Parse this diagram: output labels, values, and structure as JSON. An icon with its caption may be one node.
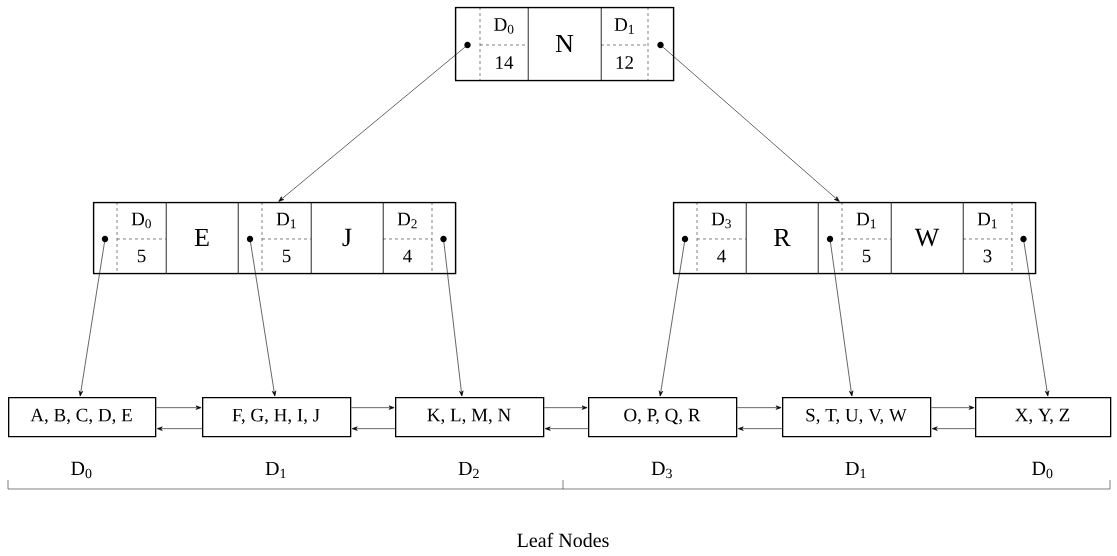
{
  "diagram": {
    "nodes": [
      {
        "text": [],
        "shape": "box"
      },
      {
        "text": [
          "D$_{0}$",
          "14"
        ],
        "in": 0
      },
      {
        "text": [
          "N"
        ],
        "in": 0
      },
      {
        "text": [
          "D$_{1}$",
          "12"
        ],
        "in": 0
      },
      {
        "text": [],
        "shape": "box"
      },
      {
        "text": [
          "D$_{0}$",
          "5"
        ],
        "in": 4
      },
      {
        "text": [
          "E"
        ],
        "in": 4
      },
      {
        "text": [
          "D$_{1}$",
          "5"
        ],
        "in": 4
      },
      {
        "text": [
          "J"
        ],
        "in": 4
      },
      {
        "text": [
          "D$_{2}$",
          "4"
        ],
        "in": 4
      },
      {
        "text": [],
        "shape": "box"
      },
      {
        "text": [
          "D$_{3}$",
          "4"
        ],
        "in": 10
      },
      {
        "text": [
          "R"
        ],
        "in": 10
      },
      {
        "text": [
          "D$_{1}$",
          "5"
        ],
        "in": 10
      },
      {
        "text": [
          "W"
        ],
        "in": 10
      },
      {
        "text": [
          "D$_{1}$",
          "3"
        ],
        "in": 10
      },
      {
        "text": [
          "A, B, C, D, E"
        ],
        "beside": [
          "D$_{0}$"
        ]
      },
      {
        "text": [
          "F, G, H, I, J"
        ],
        "beside": [
          "D$_{1}$"
        ]
      },
      {
        "text": [
          "K, L, M, N"
        ],
        "beside": [
          "D$_{2}$"
        ]
      },
      {
        "text": [
          "O, P, Q, R"
        ],
        "beside": [
          "D$_{3}$"
        ]
      },
      {
        "text": [
          "S, T, U, V, W"
        ],
        "beside": [
          "D$_{1}$"
        ]
      },
      {
        "text": [
          "X, Y, Z"
        ],
        "beside": [
          "D$_{0}$"
        ]
      }
    ],
    "edges": [
      {
        "from": 1,
        "to": 4,
        "arrow": "to"
      },
      {
        "from": 3,
        "to": 10,
        "arrow": "to"
      },
      {
        "from": 5,
        "to": 16,
        "arrow": "to"
      },
      {
        "from": 7,
        "to": 17,
        "arrow": "to"
      },
      {
        "from": 9,
        "to": 18,
        "arrow": "to"
      },
      {
        "from": 11,
        "to": 19,
        "arrow": "to"
      },
      {
        "from": 13,
        "to": 20,
        "arrow": "to"
      },
      {
        "from": 15,
        "to": 21,
        "arrow": "to"
      },
      {
        "from": 16,
        "to": 17,
        "arrow": "to"
      },
      {
        "from": 17,
        "to": 16,
        "arrow": "to"
      },
      {
        "from": 17,
        "to": 18,
        "arrow": "to"
      },
      {
        "from": 18,
        "to": 17,
        "arrow": "to"
      },
      {
        "from": 18,
        "to": 19,
        "arrow": "to"
      },
      {
        "from": 19,
        "to": 18,
        "arrow": "to"
      },
      {
        "from": 19,
        "to": 20,
        "arrow": "to"
      },
      {
        "from": 20,
        "to": 19,
        "arrow": "to"
      },
      {
        "from": 20,
        "to": 21,
        "arrow": "to"
      },
      {
        "from": 21,
        "to": 20,
        "arrow": "to"
      }
    ],
    "labels": [
      "Leaf Nodes"
    ]
  }
}
